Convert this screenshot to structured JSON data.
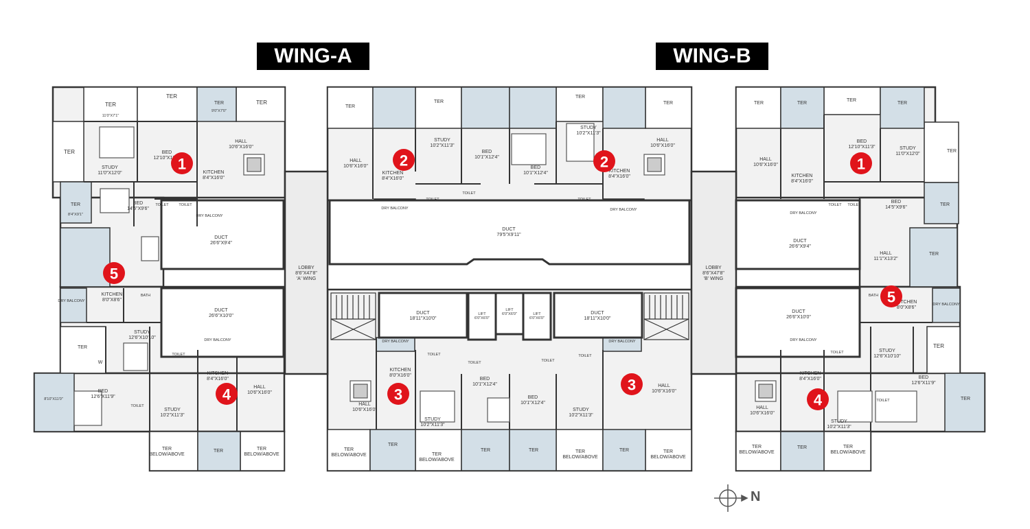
{
  "wings": {
    "a": "WING-A",
    "b": "WING-B"
  },
  "compass": "N",
  "markers": [
    "1",
    "2",
    "2",
    "1",
    "5",
    "5",
    "4",
    "3",
    "3",
    "4"
  ],
  "colors": {
    "wall": "#333333",
    "room": "#f2f2f2",
    "balcony": "#d3dfe7",
    "marker": "#e0141b",
    "lobby": "#ececec"
  },
  "rooms": {
    "ter": "TER",
    "ter_a1": "11'0\"X7'1\"",
    "ter_a2": "9'0\"X7'0\"",
    "ter_a3": "8'4\"X9'1\"",
    "ter_a4": "8'10\"X11'0\"",
    "ter_below": "TER BELOW/ABOVE",
    "hall_1": "HALL 10'6\"X16'0\"",
    "hall_2": "HALL 10'6\"X16'0\"",
    "hall_5": "HALL 11'1\"X13'2\"",
    "hall_3": "HALL 10'6\"X16'0\"",
    "hall_4": "HALL 10'6\"X16'0\"",
    "kitchen_1": "KITCHEN 8'4\"X16'0\"",
    "kitchen_2": "KITCHEN 8'4\"X16'0\"",
    "kitchen_5": "KITCHEN 8'0\"X8'6\"",
    "kitchen_3": "KITCHEN 8'0\"X16'0\"",
    "kitchen_4": "KITCHEN 8'4\"X16'0\"",
    "bed_1": "BED 12'10\"X11'3\"",
    "bed_2": "BED 14'5\"X9'6\"",
    "bed_3": "BED 10'1\"X12'4\"",
    "bed_4": "BED 12'6\"X11'9\"",
    "bed_5": "BED 10'1\"X12'4\"",
    "study_1": "STUDY 11'0\"X12'0\"",
    "study_2": "STUDY 10'2\"X11'3\"",
    "study_3": "STUDY 12'6\"X10'10\"",
    "study_4": "STUDY 10'2\"X11'3\"",
    "toilet": "TOILET",
    "bath": "BATH",
    "dry_balcony": "DRY BALCONY",
    "duct_1": "DUCT 26'6\"X9'4\"",
    "duct_2": "DUCT 26'6\"X10'0\"",
    "duct_center": "DUCT 79'5\"X9'11\"",
    "duct_3": "DUCT 18'11\"X10'0\"",
    "lift": "LIFT 6'0\"X6'0\"",
    "lobby_a": "LOBBY 8'6\"X47'8\" 'A' WING",
    "lobby_b": "LOBBY 8'6\"X47'8\" 'B' WING",
    "w": "W"
  }
}
